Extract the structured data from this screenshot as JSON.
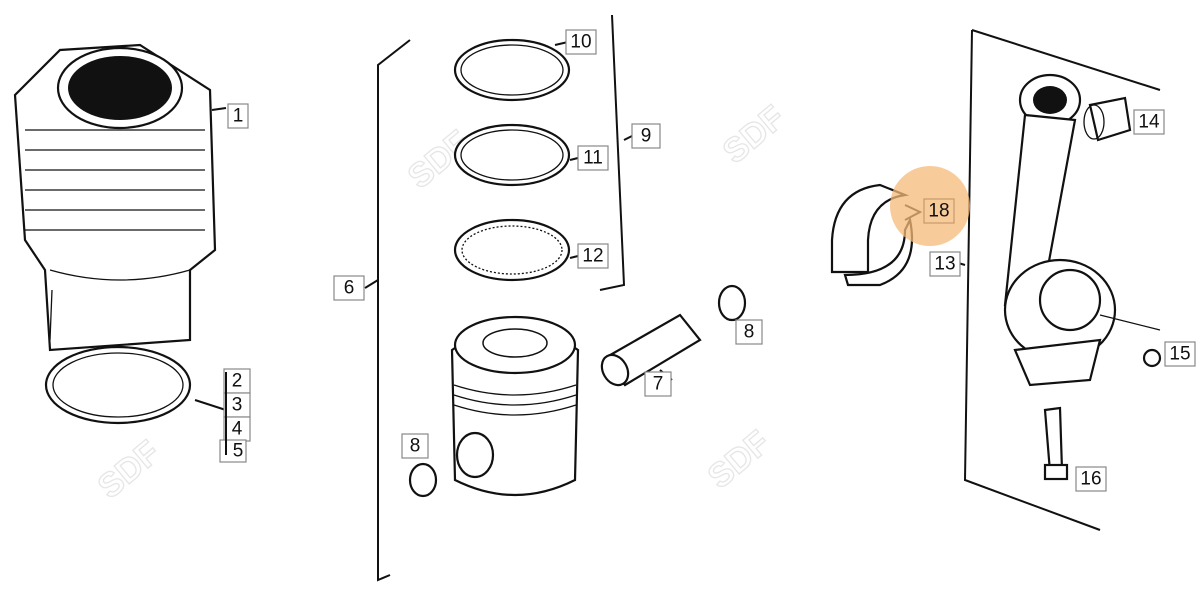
{
  "diagram": {
    "watermark": "SDF",
    "highlight_color": "#f5b97a",
    "highlighted_callout": "18",
    "callouts": {
      "c1": "1",
      "c2": "2",
      "c3": "3",
      "c4": "4",
      "c5": "5",
      "c6": "6",
      "c7": "7",
      "c8a": "8",
      "c8b": "8",
      "c9": "9",
      "c10": "10",
      "c11": "11",
      "c12": "12",
      "c13": "13",
      "c14": "14",
      "c15": "15",
      "c16": "16",
      "c18": "18"
    }
  }
}
